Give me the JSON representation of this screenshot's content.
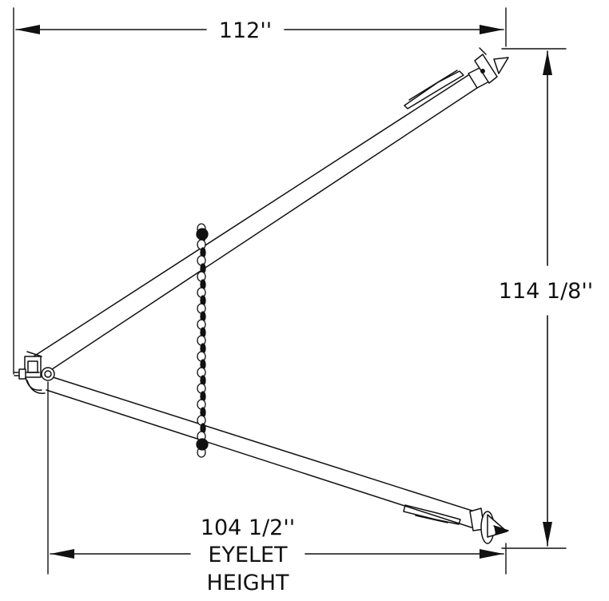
{
  "dimensions": {
    "top_width": "112''",
    "right_height": "114 1/8''",
    "bottom_line1": "104 1/2''",
    "bottom_line2": "EYELET",
    "bottom_line3": "HEIGHT"
  },
  "colors": {
    "line": "#111111",
    "background": "#ffffff"
  }
}
